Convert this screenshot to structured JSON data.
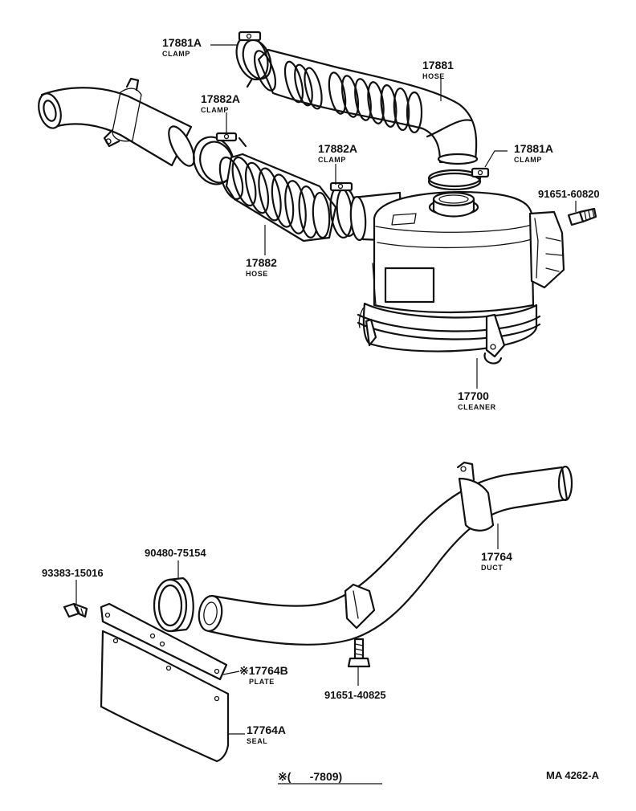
{
  "callouts": [
    {
      "id": "17881A-a",
      "number": "17881A",
      "name": "CLAMP"
    },
    {
      "id": "17881",
      "number": "17881",
      "name": "HOSE"
    },
    {
      "id": "17882A-a",
      "number": "17882A",
      "name": "CLAMP"
    },
    {
      "id": "17882A-b",
      "number": "17882A",
      "name": "CLAMP"
    },
    {
      "id": "17881A-b",
      "number": "17881A",
      "name": "CLAMP"
    },
    {
      "id": "91651-60820",
      "number": "91651-60820",
      "name": ""
    },
    {
      "id": "17882",
      "number": "17882",
      "name": "HOSE"
    },
    {
      "id": "17700",
      "number": "17700",
      "name": "CLEANER"
    },
    {
      "id": "17764",
      "number": "17764",
      "name": "DUCT"
    },
    {
      "id": "90480-75154",
      "number": "90480-75154",
      "name": ""
    },
    {
      "id": "93383-15016",
      "number": "93383-15016",
      "name": ""
    },
    {
      "id": "17764B",
      "number": "※17764B",
      "name": "PLATE"
    },
    {
      "id": "91651-40825",
      "number": "91651-40825",
      "name": ""
    },
    {
      "id": "17764A",
      "number": "17764A",
      "name": "SEAL"
    }
  ],
  "footnote": "※(      -7809)",
  "drawing_ref": "MA 4262-A"
}
